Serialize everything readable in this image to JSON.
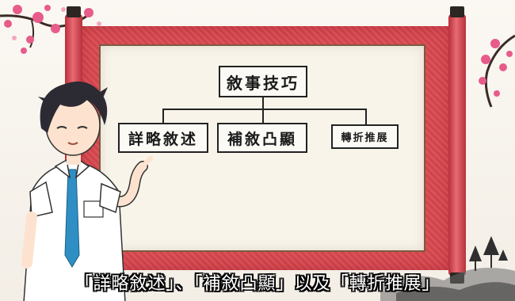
{
  "mindmap": {
    "root": "敘事技巧",
    "children": [
      "詳略敘述",
      "補敘凸顯",
      "轉折推展"
    ]
  },
  "subtitle": "「詳略敘述」、「補敘凸顯」以及「轉折推展」",
  "colors": {
    "scroll_red": "#d9474f",
    "paper": "#f8f4ea",
    "box_border": "#222222",
    "blossom": "#e75c8a"
  }
}
